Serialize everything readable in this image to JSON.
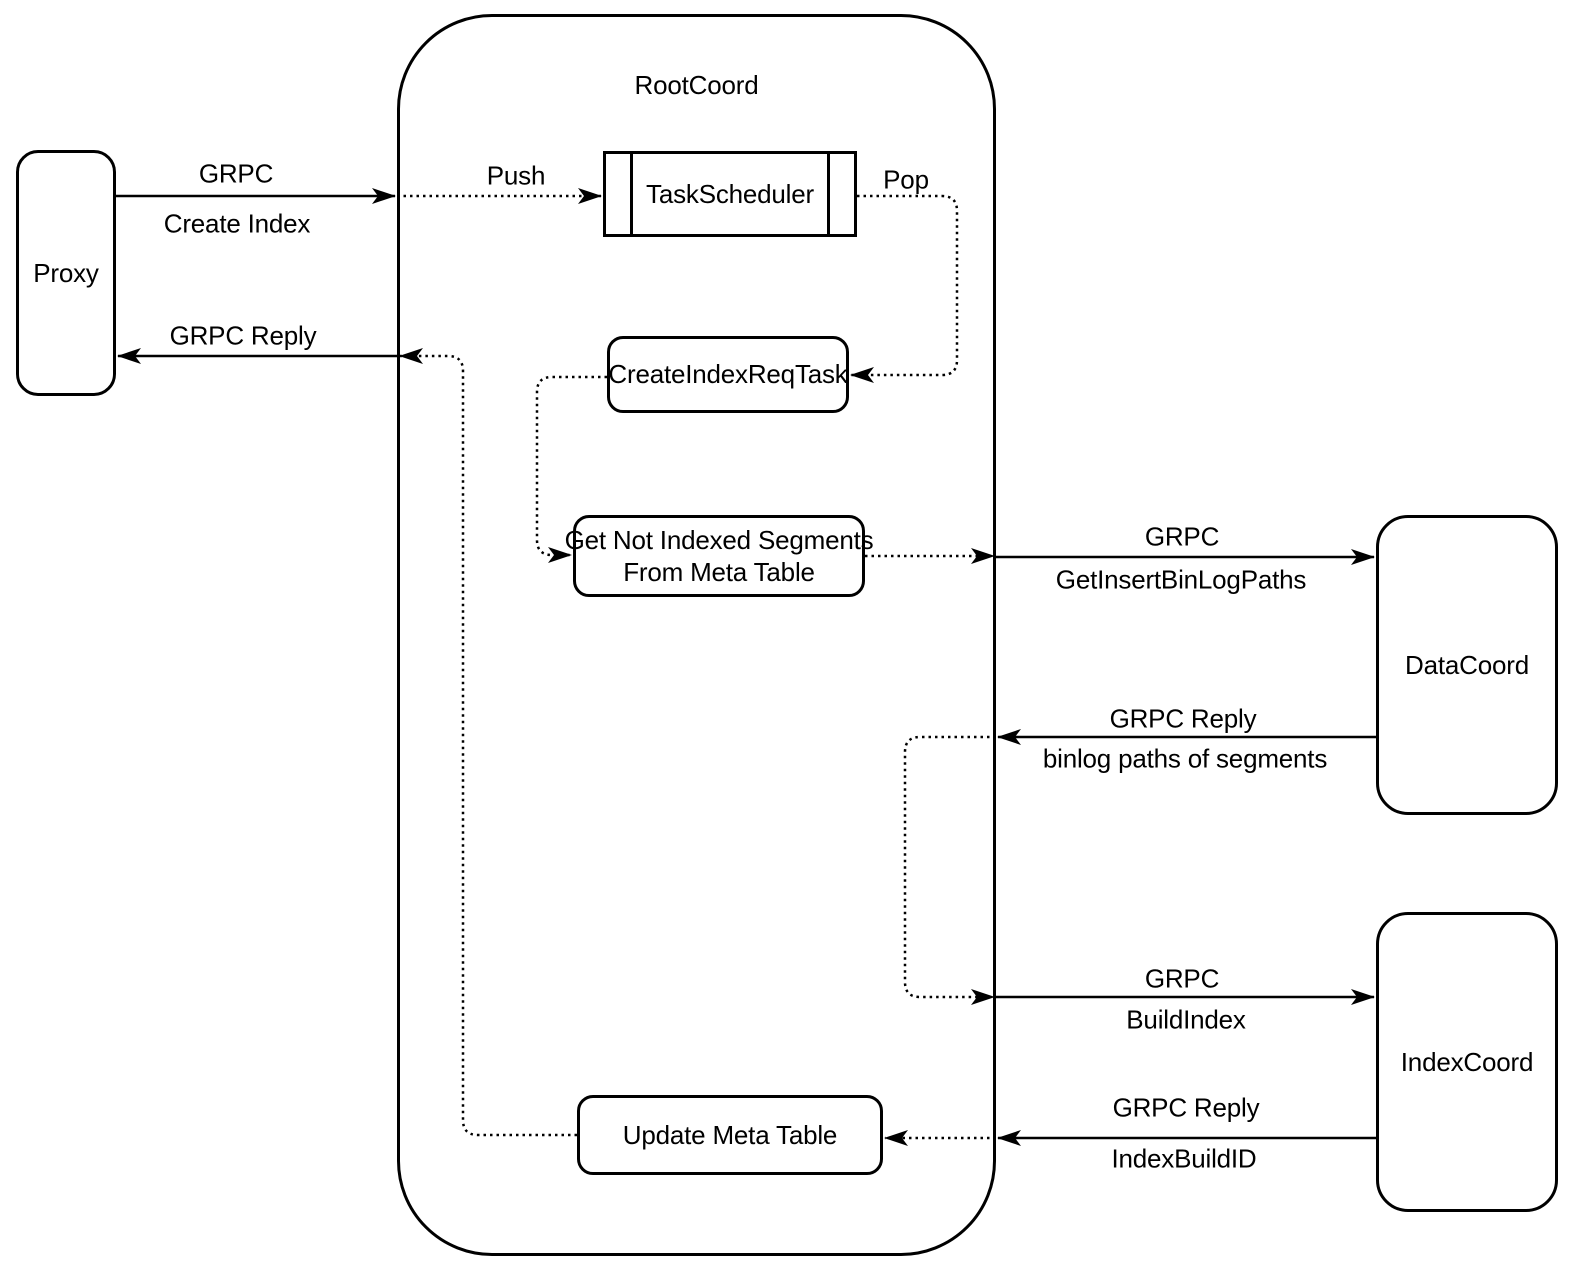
{
  "colors": {
    "stroke": "#000000",
    "background": "#ffffff"
  },
  "nodes": {
    "proxy": "Proxy",
    "rootcoord": "RootCoord",
    "taskscheduler": "TaskScheduler",
    "createindexreqtask": "CreateIndexReqTask",
    "get_not_indexed_line1": "Get Not Indexed Segments",
    "get_not_indexed_line2": "From Meta Table",
    "update_meta_table": "Update Meta Table",
    "datacoord": "DataCoord",
    "indexcoord": "IndexCoord"
  },
  "edge_labels": {
    "proxy_request_protocol": "GRPC",
    "proxy_request_action": "Create Index",
    "proxy_reply": "GRPC Reply",
    "push": "Push",
    "pop": "Pop",
    "datacoord_request_protocol": "GRPC",
    "datacoord_request_action": "GetInsertBinLogPaths",
    "datacoord_reply_protocol": "GRPC Reply",
    "datacoord_reply_payload": "binlog paths of segments",
    "indexcoord_request_protocol": "GRPC",
    "indexcoord_request_action": "BuildIndex",
    "indexcoord_reply_protocol": "GRPC Reply",
    "indexcoord_reply_payload": "IndexBuildID"
  }
}
